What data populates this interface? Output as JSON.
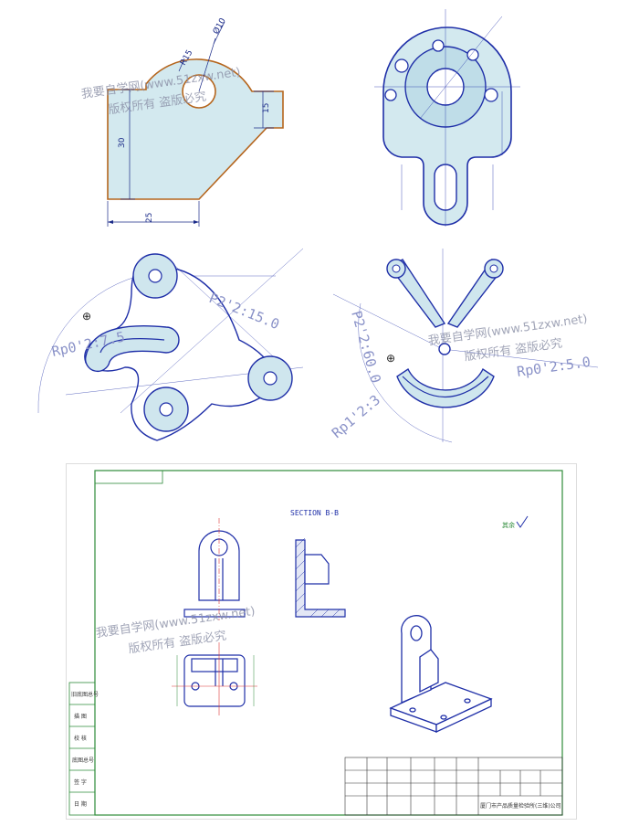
{
  "watermark": {
    "line1": "我要自学网(www.51zxw.net)",
    "line2": "版权所有 盗版必究"
  },
  "sketch1": {
    "dims": [
      "25",
      "30",
      "15",
      "R15",
      "Ø10"
    ]
  },
  "sketch3": {
    "label_p2": "P2'2:15.0",
    "label_rp": "Rp0'2:7.5"
  },
  "sketch4": {
    "label_p2": "P2'2:60.0",
    "label_rp1": "Rp1'2:3",
    "label_rp0": "Rp0'2:5.0"
  },
  "drawing": {
    "section_label": "SECTION B-B",
    "roughness_label": "其余",
    "side_labels": [
      "描 图",
      "校 核",
      "底图总号",
      "签 字",
      "日 期",
      "旧底图总号"
    ],
    "company": "厦门市产品质量检验所(三维)公司"
  },
  "colors": {
    "blue_line": "#1f2fa8",
    "fill": "#cfe6ee",
    "frame_green": "#2e8b3a",
    "orange": "#b5651d"
  }
}
